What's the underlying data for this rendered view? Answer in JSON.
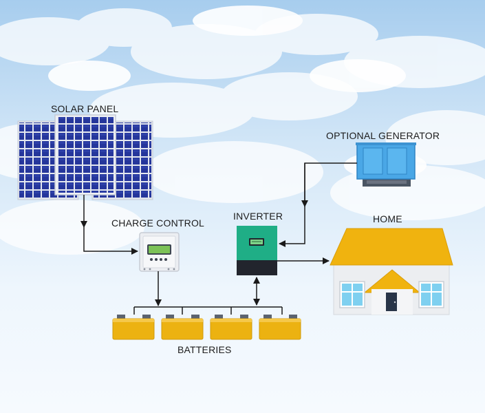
{
  "labels": {
    "solar_panel": "SOLAR PANEL",
    "charge_control": "CHARGE CONTROL",
    "inverter": "INVERTER",
    "optional_generator": "OPTIONAL GENERATOR",
    "home": "HOME",
    "batteries": "BATTERIES"
  },
  "colors": {
    "sky_top": "#a7cdee",
    "sky_bottom": "#eef6fd",
    "panel_cell": "#25369b",
    "panel_frame": "#d6dbe6",
    "controller_body": "#eceef2",
    "controller_display": "#7cc257",
    "inverter_top": "#1fae86",
    "inverter_bottom": "#22252d",
    "generator_body": "#4aa7e6",
    "generator_base": "#4b5563",
    "battery_body": "#ecb211",
    "roof": "#f0b30f",
    "house_wall": "#eceef1",
    "window_glass": "#7fd0f0",
    "door": "#293548",
    "wire": "#1a1a1a"
  }
}
